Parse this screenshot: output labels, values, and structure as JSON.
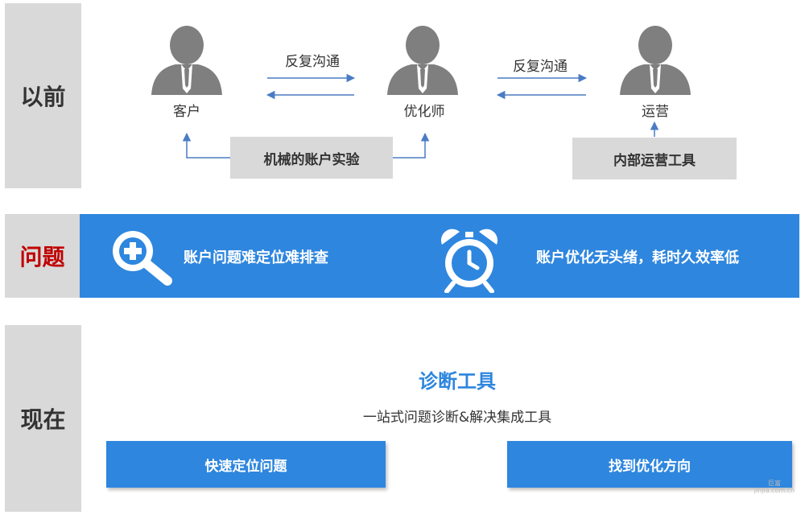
{
  "sections": {
    "before": "以前",
    "problem": "问题",
    "now": "现在"
  },
  "colors": {
    "accent": "#2e86de",
    "problem_label": "#c00000",
    "grey": "#d9d9d9"
  },
  "before": {
    "roles": {
      "customer": "客户",
      "optimizer": "优化师",
      "operations": "运营"
    },
    "comm_left": "反复沟通",
    "comm_right": "反复沟通",
    "account_test": "机械的账户实验",
    "internal_tool": "内部运营工具"
  },
  "problem": {
    "issue1": "账户问题难定位难排查",
    "issue2": "账户优化无头绪，耗时久效率低",
    "icons": [
      "zoom-plus-icon",
      "alarm-clock-icon"
    ]
  },
  "now": {
    "title": "诊断工具",
    "subtitle": "一站式问题诊断&解决集成工具",
    "button_left": "快速定位问题",
    "button_right": "找到优化方向"
  },
  "watermark": {
    "line1": "巨富",
    "line2": "jinjia.com.cn"
  }
}
